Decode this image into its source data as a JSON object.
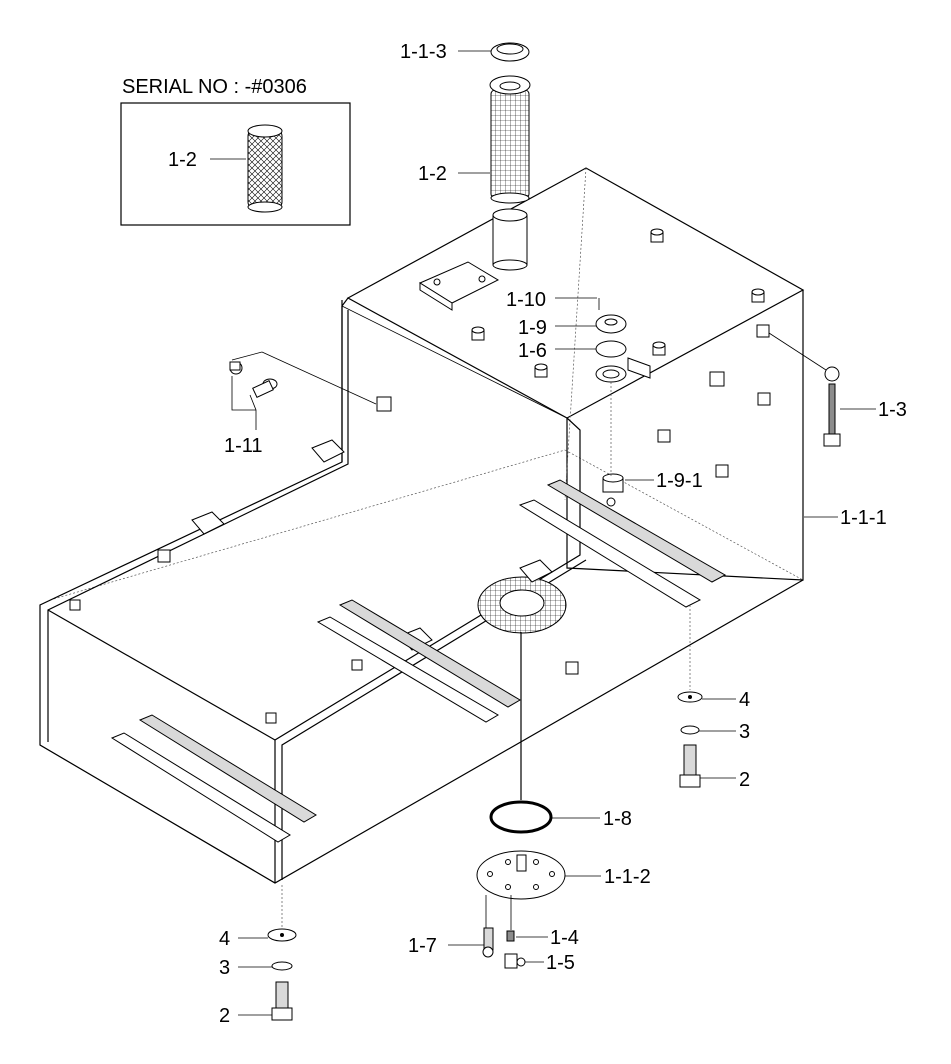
{
  "inset": {
    "title": "SERIAL NO : -#0306",
    "label": "1-2"
  },
  "labels": {
    "l_1_1_3": "1-1-3",
    "l_1_2": "1-2",
    "l_1_10": "1-10",
    "l_1_9": "1-9",
    "l_1_6": "1-6",
    "l_1_11": "1-11",
    "l_1_3": "1-3",
    "l_1_9_1": "1-9-1",
    "l_1_1_1": "1-1-1",
    "l_4_right": "4",
    "l_3_right": "3",
    "l_2_right": "2",
    "l_1_8": "1-8",
    "l_1_1_2": "1-1-2",
    "l_1_7": "1-7",
    "l_1_4": "1-4",
    "l_1_5": "1-5",
    "l_4_left": "4",
    "l_3_left": "3",
    "l_2_left": "2"
  }
}
